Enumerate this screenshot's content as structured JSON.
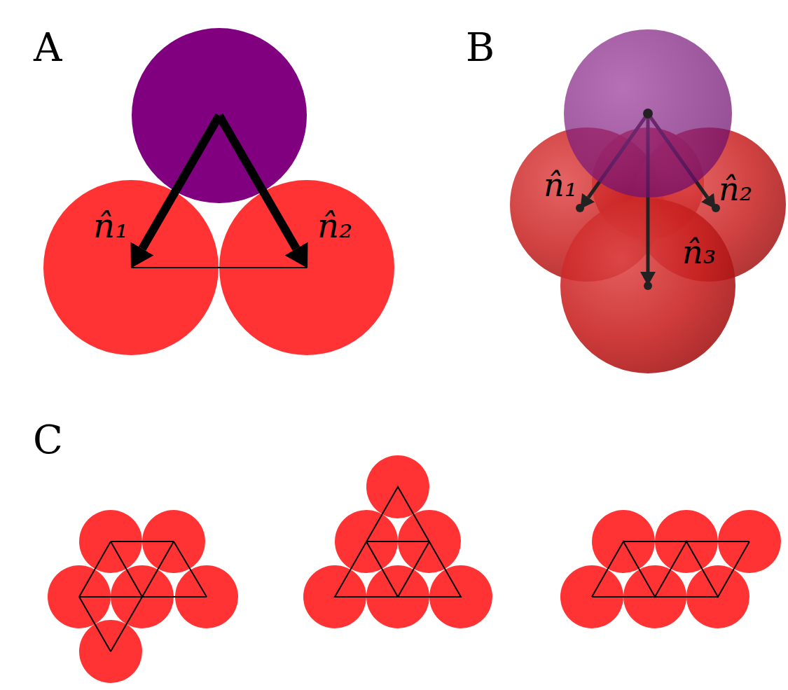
{
  "diagram": {
    "labels": [
      "A",
      "B",
      "C",
      "n̂₁",
      "n̂₂",
      "n̂₁",
      "n̂₂",
      "n̂₃"
    ]
  }
}
